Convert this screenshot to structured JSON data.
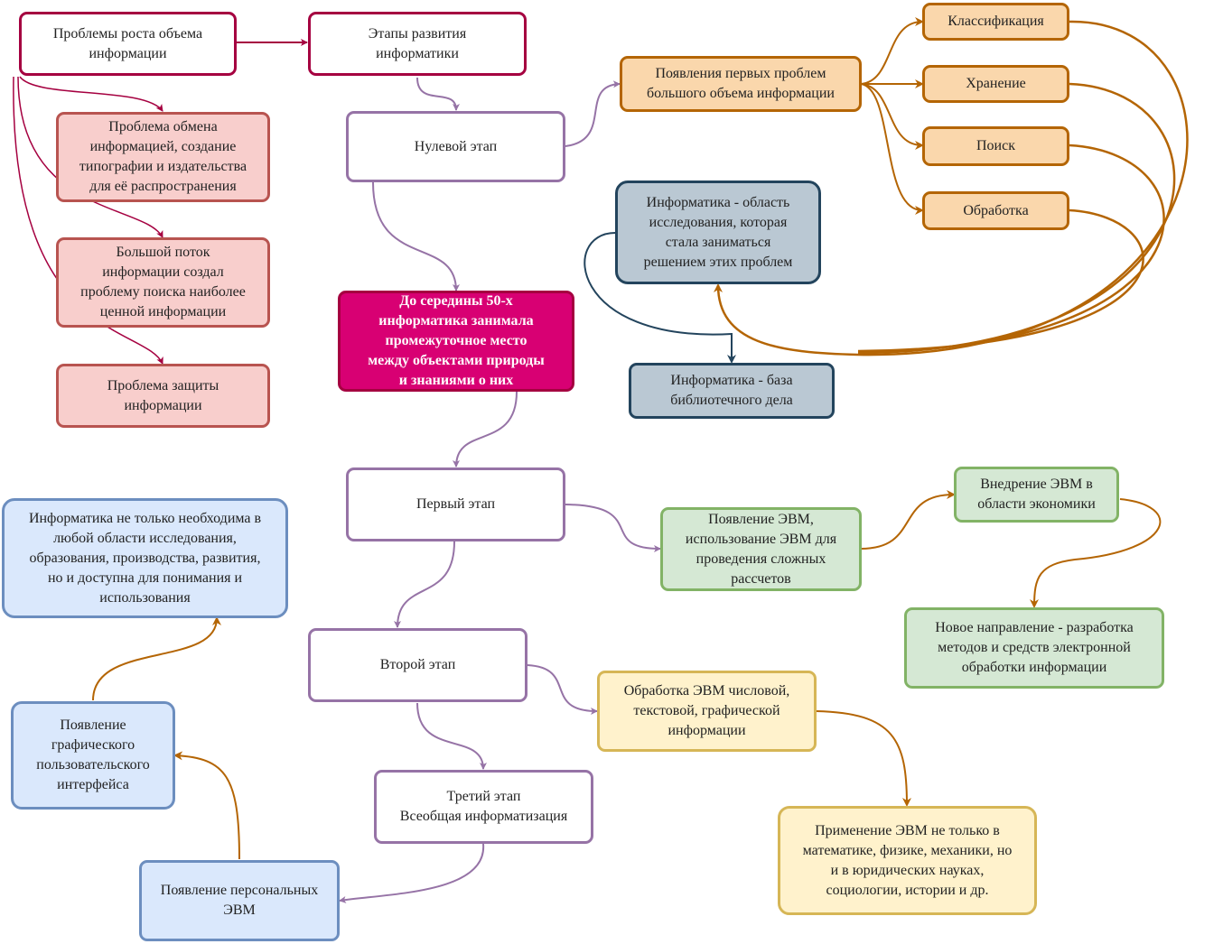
{
  "nodes": {
    "growth": "Проблемы роста объема\nинформации",
    "stages": "Этапы развития\nинформатики",
    "exchange": "Проблема обмена\nинформацией, создание\nтипографии и издательства\nдля её распространения",
    "flow": "Большой поток\nинформации создал\nпроблему поиска наиболее\nценной информации",
    "protection": "Проблема защиты\nинформации",
    "zero_stage": "Нулевой этап",
    "mid50s": "До середины 50-х\nинформатика занимала\nпромежуточное место\nмежду объектами природы\nи знаниями о них",
    "first_problems": "Появления первых проблем\nбольшого объема информации",
    "classification": "Классификация",
    "storage": "Хранение",
    "search": "Поиск",
    "processing": "Обработка",
    "research_area": "Информатика - область\nисследования, которая\nстала заниматься\nрешением этих проблем",
    "library_base": "Информатика - база\nбиблиотечного дела",
    "first_stage": "Первый этап",
    "computers_appear": "Появление ЭВМ,\nиспользование ЭВМ для\nпроведения сложных\nрассчетов",
    "economy": "Внедрение ЭВМ в\nобласти экономики",
    "new_direction": "Новое направление - разработка\nметодов и средств электронной\nобработки информации",
    "second_stage": "Второй этап",
    "data_processing": "Обработка ЭВМ числовой,\nтекстовой, графической\nинформации",
    "law_sciences": "Применение ЭВМ не только в\nматематике, физике, механики, но\nи в юридических науках,\nсоциологии, истории и др.",
    "third_stage": "Третий этап\nВсеобщая информатизация",
    "personal_pc": "Появление персональных\nЭВМ",
    "gui": "Появление\nграфического\nпользовательского\nинтерфейса",
    "accessible": "Информатика не только необходима в\nлюбой области исследования,\nобразования, производства, развития,\nно и доступна для понимания и\nиспользования"
  },
  "colors": {
    "maroon": "#a50040",
    "purple": "#9673a6",
    "orange": "#b46504",
    "navy": "#23445d",
    "pink": "#d80073",
    "red_fill": "#f8cecc",
    "green_fill": "#d5e8d4",
    "yellow_fill": "#fff2cc",
    "blue_fill": "#dae8fc"
  }
}
